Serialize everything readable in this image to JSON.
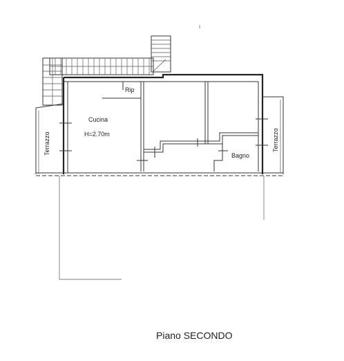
{
  "rooms": {
    "kitchen": {
      "name": "Cucina",
      "height": "H=2.70m"
    },
    "storage": {
      "name": "Rip"
    },
    "bathroom": {
      "name": "Bagno"
    },
    "terrace_left": {
      "name": "Terrazzo"
    },
    "terrace_right": {
      "name": "Terrazzo"
    }
  },
  "plan_title": "Piano SECONDO"
}
